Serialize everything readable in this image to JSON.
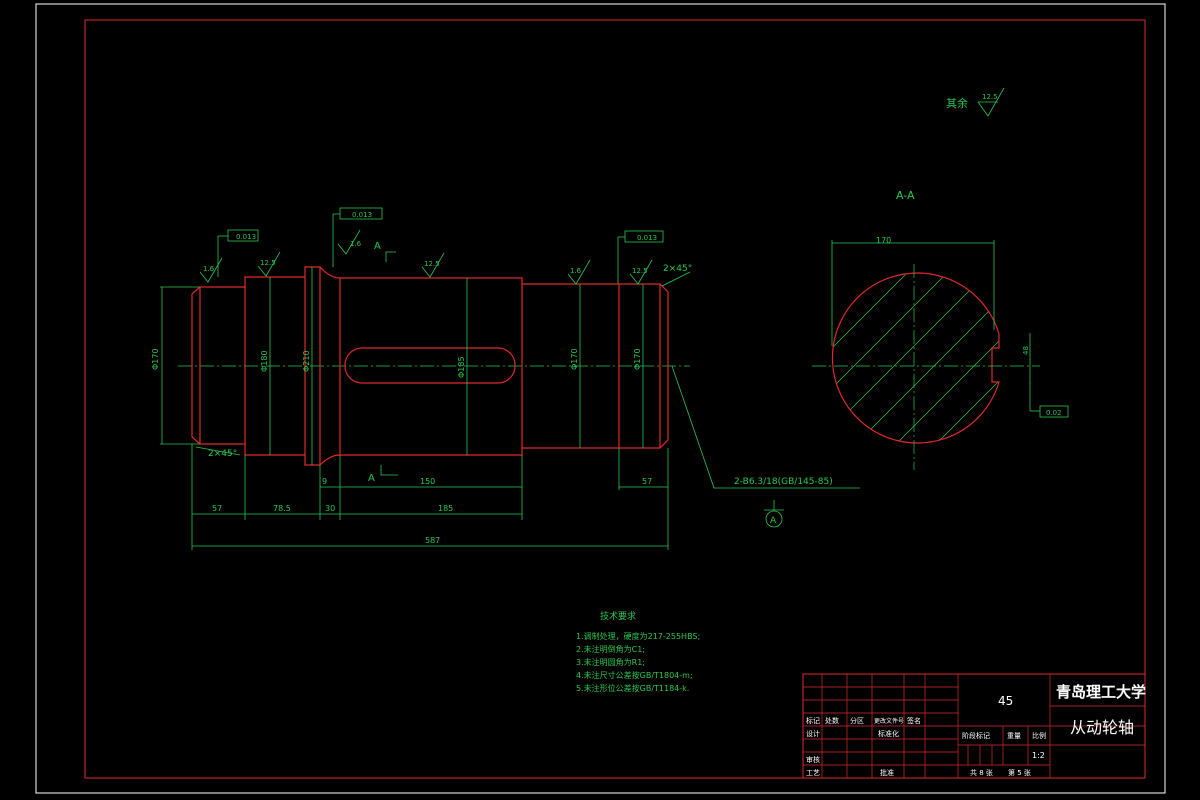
{
  "surface_finish_rest": {
    "label": "其余",
    "value": "12.5"
  },
  "section_label": "A-A",
  "section_marker_top": "A",
  "section_marker_bottom": "A",
  "datum_letter": "A",
  "roughness": [
    "1.6",
    "12.5",
    "1.6",
    "12.5",
    "1.6",
    "12.5"
  ],
  "tolerance_frames": [
    "0.013",
    "0.013",
    "0.013",
    "0.02"
  ],
  "datum_ref": "A",
  "chamfers": {
    "left": "2×45°",
    "right": "2×45°"
  },
  "dims": {
    "d1": "Φ170",
    "d2": "Φ180",
    "d3": "Φ210",
    "d4": "Φ185",
    "d5": "Φ170",
    "d6": "Φ170",
    "l_57a": "57",
    "l_78": "78.5",
    "l_30": "30",
    "l_185": "185",
    "l_9": "9",
    "l_150": "150",
    "l_57b": "57",
    "l_total": "587",
    "key_width": "48",
    "section_depth": "170",
    "center_hole": "2-B6.3/18(GB/145-85)"
  },
  "tech": {
    "title": "技术要求",
    "items": [
      "1.调制处理，硬度为217-255HBS;",
      "2.未注明倒角为C1;",
      "3.未注明圆角为R1;",
      "4.未注尺寸公差按GB/T1804-m;",
      "5.未注形位公差按GB/T1184-k."
    ]
  },
  "title_block": {
    "material": "45",
    "school": "青岛理工大学",
    "part_name": "从动轮轴",
    "row_headers": [
      "标记",
      "处数",
      "分区",
      "更改文件号",
      "签名"
    ],
    "design": "设计",
    "standard": "标准化",
    "review": "审核",
    "process": "工艺",
    "approve": "批准",
    "stage": "阶段标记",
    "weight": "重量",
    "scale_label": "比例",
    "scale": "1:2",
    "sheets_total": "共 8 张",
    "sheet_no": "第 5 张"
  }
}
